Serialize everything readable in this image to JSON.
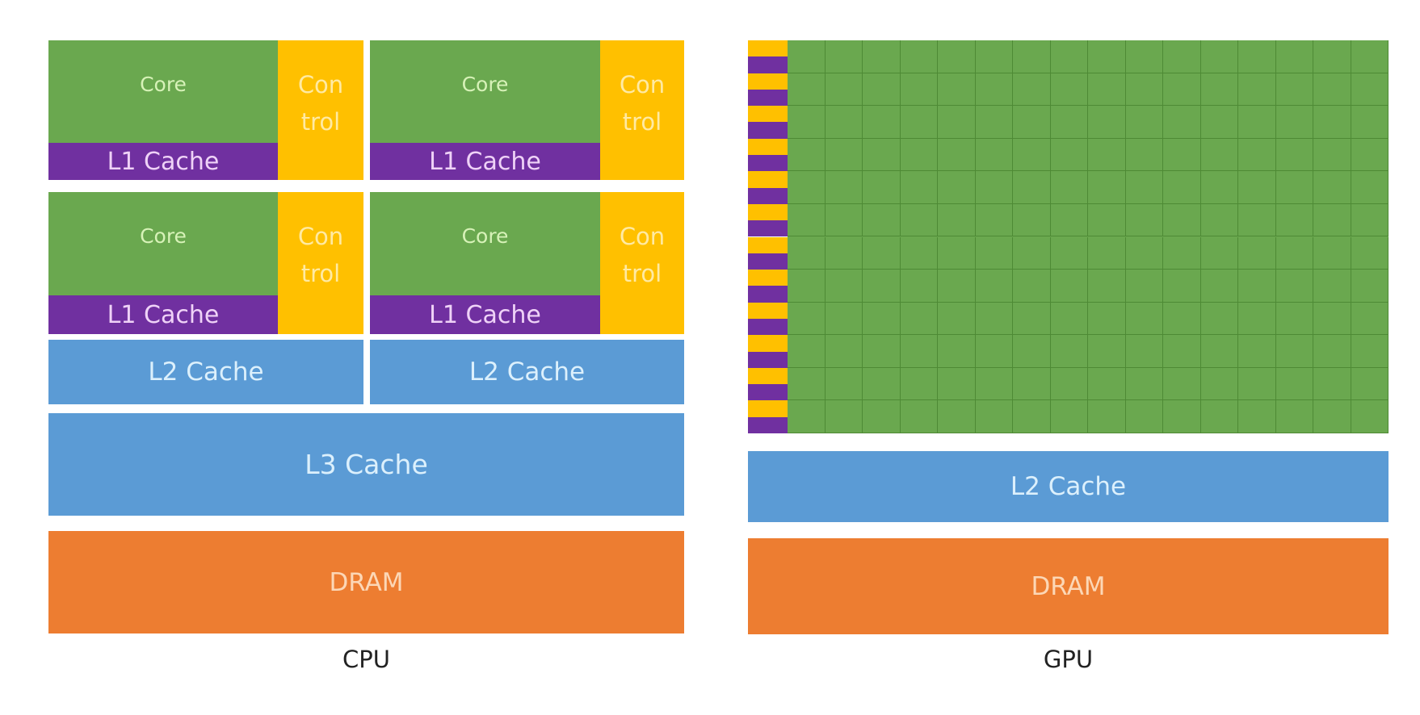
{
  "colors": {
    "core": "#6aa84f",
    "l1_cache": "#7030a0",
    "control": "#ffc000",
    "cache": "#5b9bd5",
    "dram": "#ed7d31"
  },
  "cpu": {
    "label": "CPU",
    "cores": [
      {
        "core": "Core",
        "l1": "L1 Cache",
        "control_top": "Con",
        "control_bottom": "trol"
      },
      {
        "core": "Core",
        "l1": "L1 Cache",
        "control_top": "Con",
        "control_bottom": "trol"
      },
      {
        "core": "Core",
        "l1": "L1 Cache",
        "control_top": "Con",
        "control_bottom": "trol"
      },
      {
        "core": "Core",
        "l1": "L1 Cache",
        "control_top": "Con",
        "control_bottom": "trol"
      }
    ],
    "l2": [
      "L2 Cache",
      "L2 Cache"
    ],
    "l3": "L3 Cache",
    "dram": "DRAM"
  },
  "gpu": {
    "label": "GPU",
    "grid_rows": 12,
    "grid_cols": 16,
    "l2": "L2 Cache",
    "dram": "DRAM"
  }
}
